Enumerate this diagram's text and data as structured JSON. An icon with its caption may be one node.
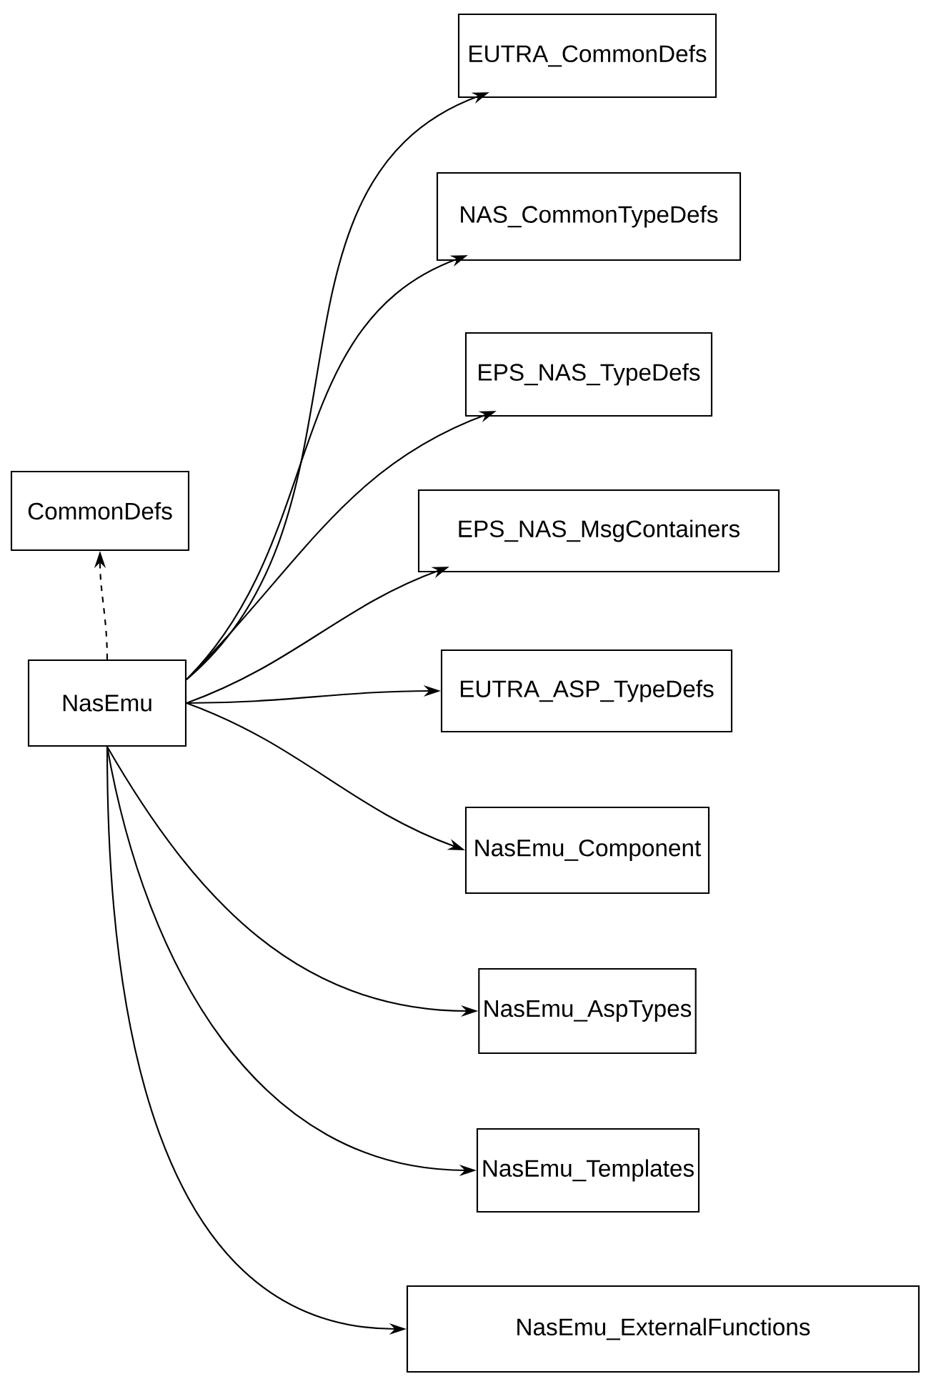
{
  "diagram": {
    "nodes": [
      {
        "text": [
          "CommonDefs"
        ]
      },
      {
        "text": [
          "NasEmu"
        ]
      },
      {
        "text": [
          "EUTRA_CommonDefs"
        ]
      },
      {
        "text": [
          "NAS_CommonTypeDefs"
        ]
      },
      {
        "text": [
          "EPS_NAS_TypeDefs"
        ]
      },
      {
        "text": [
          "EPS_NAS_MsgContainers"
        ]
      },
      {
        "text": [
          "EUTRA_ASP_TypeDefs"
        ]
      },
      {
        "text": [
          "NasEmu_Component"
        ]
      },
      {
        "text": [
          "NasEmu_AspTypes"
        ]
      },
      {
        "text": [
          "NasEmu_Templates"
        ]
      },
      {
        "text": [
          "NasEmu_ExternalFunctions"
        ]
      }
    ],
    "edges": [
      {
        "from": 1,
        "to": 0,
        "arrow": "to",
        "style": "dashed"
      },
      {
        "from": 1,
        "to": 2,
        "arrow": "to"
      },
      {
        "from": 1,
        "to": 3,
        "arrow": "to"
      },
      {
        "from": 1,
        "to": 4,
        "arrow": "to"
      },
      {
        "from": 1,
        "to": 5,
        "arrow": "to"
      },
      {
        "from": 1,
        "to": 6,
        "arrow": "to"
      },
      {
        "from": 1,
        "to": 7,
        "arrow": "to"
      },
      {
        "from": 1,
        "to": 8,
        "arrow": "to"
      },
      {
        "from": 1,
        "to": 9,
        "arrow": "to"
      },
      {
        "from": 1,
        "to": 10,
        "arrow": "to"
      }
    ]
  }
}
